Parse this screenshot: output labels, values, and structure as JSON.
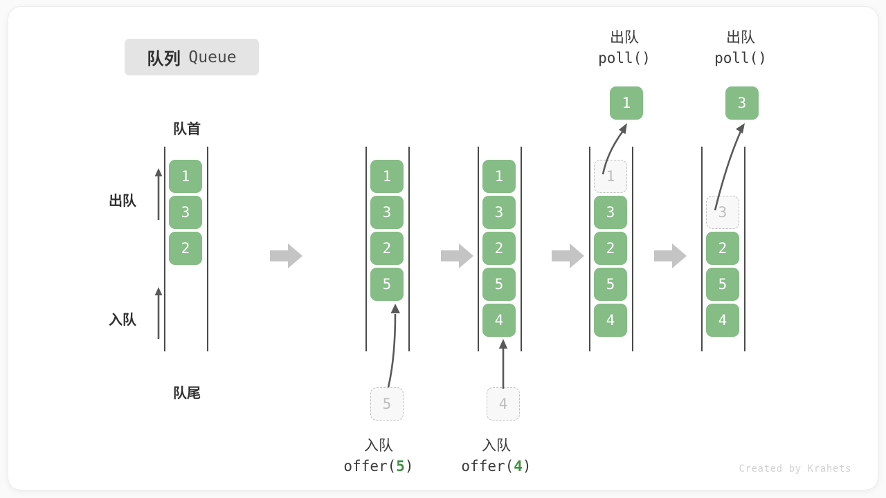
{
  "title": {
    "cn": "队列",
    "en": "Queue"
  },
  "captions": {
    "head": "队首",
    "tail": "队尾"
  },
  "side_labels": {
    "dequeue": "出队",
    "enqueue": "入队"
  },
  "colors": {
    "cell_fill": "#86bc86",
    "cell_text": "#ffffff",
    "ghost_fill": "#f8f8f8",
    "ghost_text": "#bdbdbd",
    "ghost_border": "#bfbfbf",
    "rail": "#4a4a4a",
    "arrow_block": "#c4c4c4",
    "arrow_line": "#595959",
    "badge_bg": "#e4e4e4",
    "accent_code": "#3f9142",
    "watermark": "#d2d2d2"
  },
  "columns": [
    {
      "id": "queue-state-1",
      "cells": [
        {
          "value": "1",
          "state": "filled"
        },
        {
          "value": "3",
          "state": "filled"
        },
        {
          "value": "2",
          "state": "filled"
        }
      ]
    },
    {
      "id": "queue-state-2",
      "cells": [
        {
          "value": "1",
          "state": "filled"
        },
        {
          "value": "3",
          "state": "filled"
        },
        {
          "value": "2",
          "state": "filled"
        },
        {
          "value": "5",
          "state": "filled"
        }
      ],
      "incoming_ghost": "5"
    },
    {
      "id": "queue-state-3",
      "cells": [
        {
          "value": "1",
          "state": "filled"
        },
        {
          "value": "3",
          "state": "filled"
        },
        {
          "value": "2",
          "state": "filled"
        },
        {
          "value": "5",
          "state": "filled"
        },
        {
          "value": "4",
          "state": "filled"
        }
      ],
      "incoming_ghost": "4"
    },
    {
      "id": "queue-state-4",
      "cells": [
        {
          "value": "1",
          "state": "ghost"
        },
        {
          "value": "3",
          "state": "filled"
        },
        {
          "value": "2",
          "state": "filled"
        },
        {
          "value": "5",
          "state": "filled"
        },
        {
          "value": "4",
          "state": "filled"
        }
      ],
      "outgoing_value": "1"
    },
    {
      "id": "queue-state-5",
      "cells": [
        {
          "value": "3",
          "state": "ghost",
          "slot": 1
        },
        {
          "value": "2",
          "state": "filled"
        },
        {
          "value": "5",
          "state": "filled"
        },
        {
          "value": "4",
          "state": "filled"
        }
      ],
      "outgoing_value": "3"
    }
  ],
  "operations": {
    "enqueue_5": {
      "cn": "入队",
      "fn": "offer(",
      "arg": "5",
      "close": ")"
    },
    "enqueue_4": {
      "cn": "入队",
      "fn": "offer(",
      "arg": "4",
      "close": ")"
    },
    "dequeue_1": {
      "cn": "出队",
      "fn": "poll()"
    },
    "dequeue_2": {
      "cn": "出队",
      "fn": "poll()"
    }
  },
  "watermark": "Created by Krahets"
}
